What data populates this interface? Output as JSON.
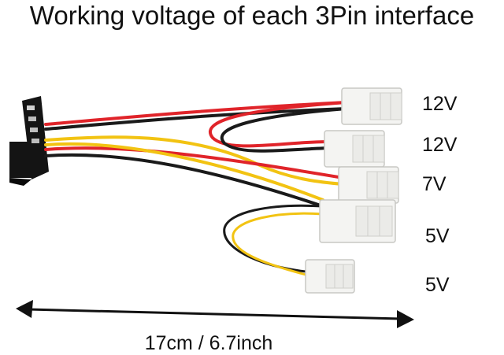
{
  "title": "Working voltage of each 3Pin interface",
  "connectors": [
    {
      "voltage": "12V"
    },
    {
      "voltage": "12V"
    },
    {
      "voltage": "7V"
    },
    {
      "voltage": "5V"
    },
    {
      "voltage": "5V"
    }
  ],
  "dimension": "17cm / 6.7inch",
  "colors": {
    "red_wire": "#e0242a",
    "black_wire": "#1a1a1a",
    "yellow_wire": "#f2c312",
    "connector_white": "#f4f4f2",
    "molex_black": "#141414"
  }
}
